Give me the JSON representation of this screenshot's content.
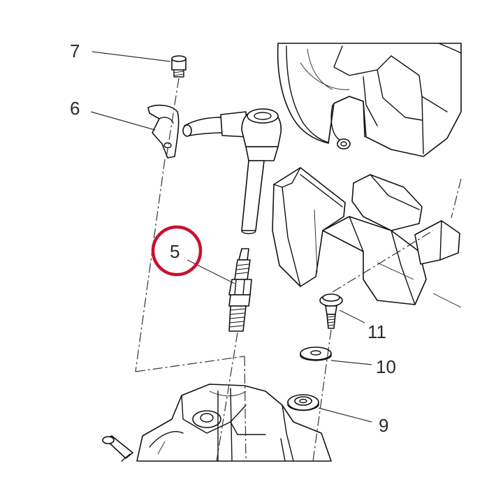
{
  "callouts": [
    {
      "id": "7",
      "label": "7"
    },
    {
      "id": "6",
      "label": "6"
    },
    {
      "id": "5",
      "label": "5"
    },
    {
      "id": "11",
      "label": "11"
    },
    {
      "id": "10",
      "label": "10"
    },
    {
      "id": "9",
      "label": "9"
    }
  ],
  "highlight": {
    "callout": "5",
    "color": "#c8102e"
  }
}
